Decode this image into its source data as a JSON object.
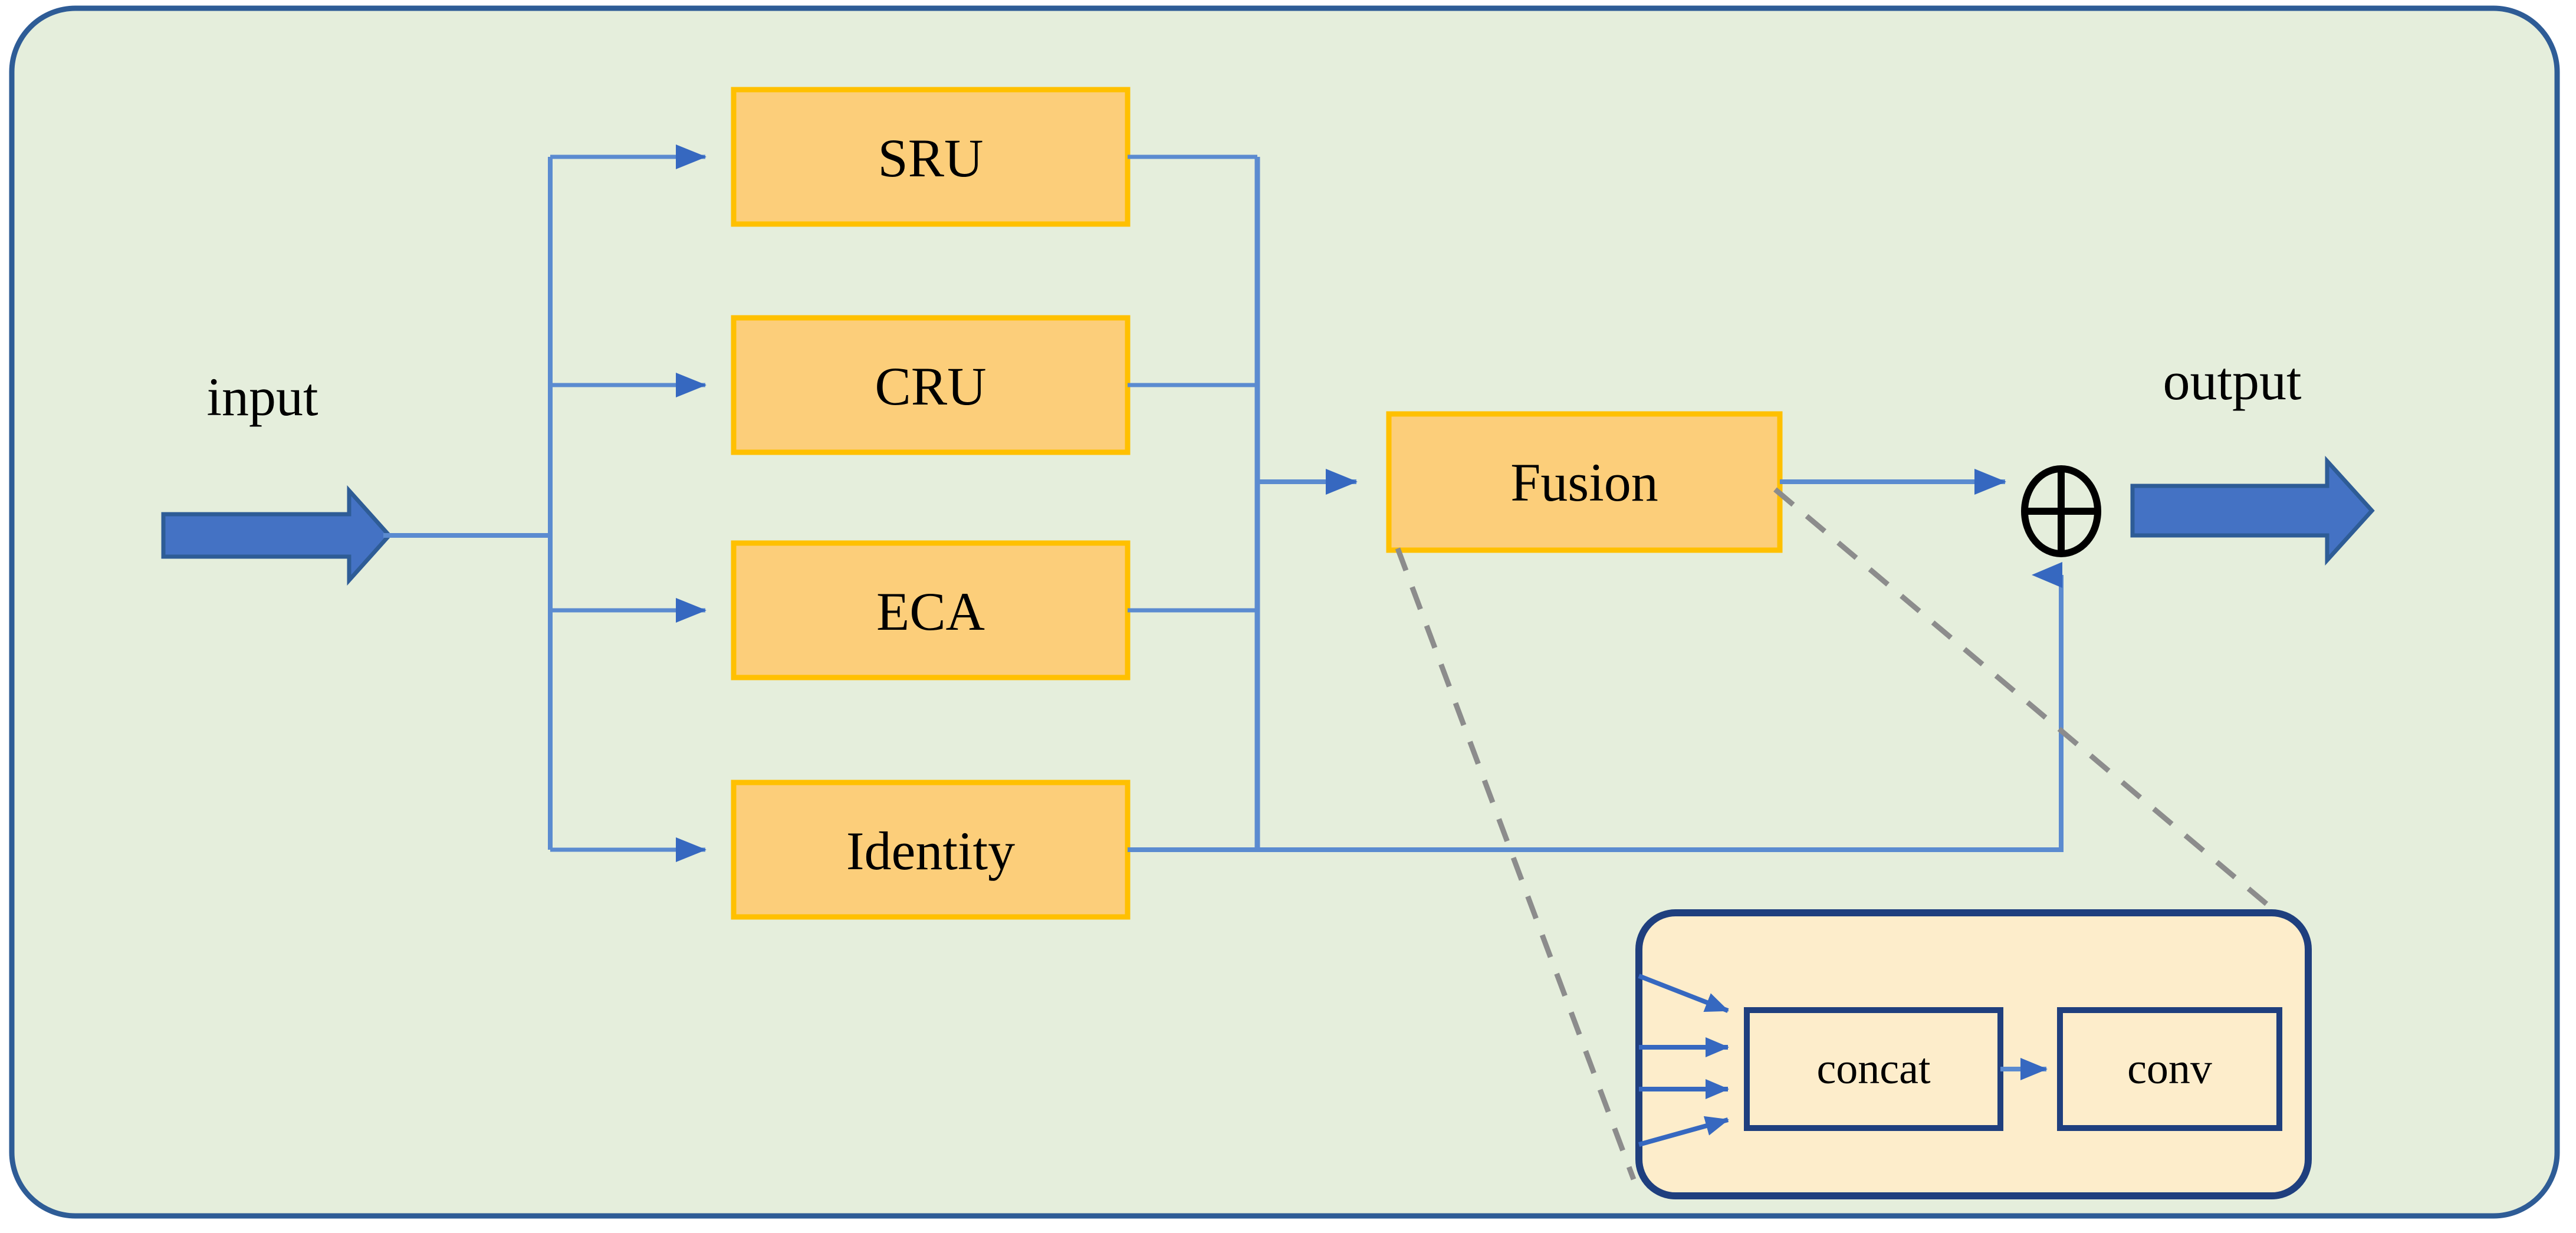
{
  "diagram": {
    "title": "Multi-branch attention fusion block",
    "outer_container": {
      "name": "attention-block-container",
      "fill": "#E5EEDC",
      "stroke": "#2E5C96"
    },
    "io": {
      "input_label": "input",
      "output_label": "output",
      "arrow_fill": "#4472C4",
      "arrow_stroke": "#2E5C96"
    },
    "branches": [
      {
        "id": "sru",
        "label": "SRU"
      },
      {
        "id": "cru",
        "label": "CRU"
      },
      {
        "id": "eca",
        "label": "ECA"
      },
      {
        "id": "identity",
        "label": "Identity"
      }
    ],
    "fusion": {
      "label": "Fusion"
    },
    "adder": {
      "symbol": "⊕",
      "name": "element-wise-add"
    },
    "detail_panel": {
      "name": "fusion-detail-panel",
      "fill": "#FDEDCB",
      "stroke": "#1F3F7E",
      "nodes": [
        {
          "id": "concat",
          "label": "concat"
        },
        {
          "id": "conv",
          "label": "conv"
        }
      ],
      "input_arrow_count": 4
    },
    "colors": {
      "box_fill": "#FCCE7A",
      "box_stroke": "#FFC000",
      "connector": "#4472C4",
      "callout_dashed": "#808080",
      "panel_fill": "#FDEDCB",
      "panel_stroke": "#1F3F7E",
      "canvas_fill": "#E5EEDC",
      "canvas_stroke": "#2E5C96",
      "text": "#000000"
    }
  }
}
